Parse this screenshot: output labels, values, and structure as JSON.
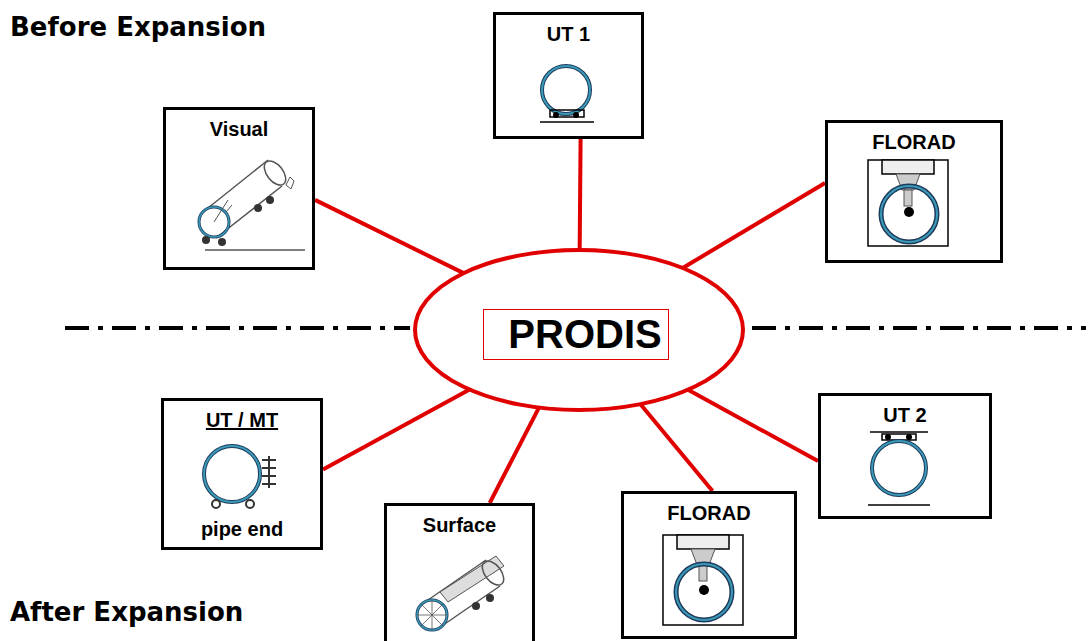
{
  "diagram": {
    "nodes": [
      {
        "text": [
          "UT 1"
        ]
      },
      {
        "text": [
          "Visual"
        ]
      },
      {
        "text": [
          "FLORAD"
        ]
      },
      {
        "text": [
          "PRODIS"
        ]
      },
      {
        "text": [
          "UT 2"
        ]
      },
      {
        "text": [
          "UT / MT",
          "pipe end"
        ]
      },
      {
        "text": [
          "FLORAD"
        ]
      },
      {
        "text": [
          "Surface"
        ]
      }
    ],
    "edges": [
      {
        "from": 3,
        "to": 0,
        "arrow": "none"
      },
      {
        "from": 3,
        "to": 1,
        "arrow": "none"
      },
      {
        "from": 3,
        "to": 2,
        "arrow": "none"
      },
      {
        "from": 3,
        "to": 4,
        "arrow": "none"
      },
      {
        "from": 3,
        "to": 5,
        "arrow": "none"
      },
      {
        "from": 3,
        "to": 6,
        "arrow": "none"
      },
      {
        "from": 3,
        "to": 7,
        "arrow": "none"
      }
    ],
    "labels": [
      "Before Expansion",
      "After Expansion"
    ]
  }
}
